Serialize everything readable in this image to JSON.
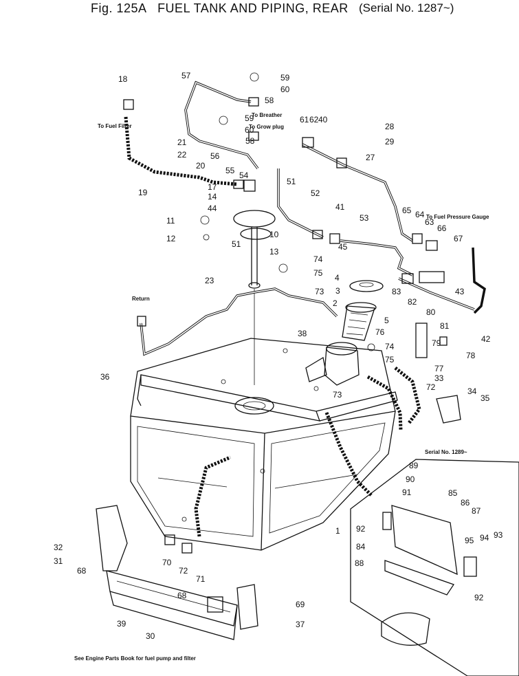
{
  "header": {
    "figure_number": "Fig. 125A",
    "title": "FUEL TANK AND PIPING, REAR",
    "serial_range": "(Serial No. 1287~)"
  },
  "notes": {
    "to_breather": "To Breather",
    "to_grow_plug": "To Grow plug",
    "to_fuel_filter": "To Fuel Filter",
    "to_fuel_pressure_gauge": "To Fuel Pressure Gauge",
    "return": "Return",
    "serial_1289": "Serial No. 1289~",
    "engine_parts_book": "See Engine Parts Book for fuel pump and filter"
  },
  "callouts": [
    {
      "label": "59"
    },
    {
      "label": "60"
    },
    {
      "label": "58"
    },
    {
      "label": "57"
    },
    {
      "label": "18"
    },
    {
      "label": "59"
    },
    {
      "label": "60"
    },
    {
      "label": "58"
    },
    {
      "label": "61"
    },
    {
      "label": "62"
    },
    {
      "label": "40"
    },
    {
      "label": "28"
    },
    {
      "label": "29"
    },
    {
      "label": "27"
    },
    {
      "label": "21"
    },
    {
      "label": "22"
    },
    {
      "label": "20"
    },
    {
      "label": "56"
    },
    {
      "label": "55"
    },
    {
      "label": "54"
    },
    {
      "label": "19"
    },
    {
      "label": "17"
    },
    {
      "label": "14"
    },
    {
      "label": "44"
    },
    {
      "label": "51"
    },
    {
      "label": "52"
    },
    {
      "label": "41"
    },
    {
      "label": "53"
    },
    {
      "label": "65"
    },
    {
      "label": "64"
    },
    {
      "label": "63"
    },
    {
      "label": "66"
    },
    {
      "label": "67"
    },
    {
      "label": "11"
    },
    {
      "label": "12"
    },
    {
      "label": "10"
    },
    {
      "label": "13"
    },
    {
      "label": "74"
    },
    {
      "label": "75"
    },
    {
      "label": "73"
    },
    {
      "label": "51"
    },
    {
      "label": "23"
    },
    {
      "label": "45"
    },
    {
      "label": "4"
    },
    {
      "label": "3"
    },
    {
      "label": "2"
    },
    {
      "label": "83"
    },
    {
      "label": "82"
    },
    {
      "label": "43"
    },
    {
      "label": "5"
    },
    {
      "label": "80"
    },
    {
      "label": "81"
    },
    {
      "label": "76"
    },
    {
      "label": "38"
    },
    {
      "label": "79"
    },
    {
      "label": "78"
    },
    {
      "label": "42"
    },
    {
      "label": "74"
    },
    {
      "label": "75"
    },
    {
      "label": "77"
    },
    {
      "label": "36"
    },
    {
      "label": "33"
    },
    {
      "label": "72"
    },
    {
      "label": "73"
    },
    {
      "label": "34"
    },
    {
      "label": "35"
    },
    {
      "label": "89"
    },
    {
      "label": "90"
    },
    {
      "label": "91"
    },
    {
      "label": "85"
    },
    {
      "label": "86"
    },
    {
      "label": "87"
    },
    {
      "label": "92"
    },
    {
      "label": "84"
    },
    {
      "label": "95"
    },
    {
      "label": "94"
    },
    {
      "label": "93"
    },
    {
      "label": "88"
    },
    {
      "label": "92"
    },
    {
      "label": "1"
    },
    {
      "label": "32"
    },
    {
      "label": "31"
    },
    {
      "label": "68"
    },
    {
      "label": "70"
    },
    {
      "label": "72"
    },
    {
      "label": "71"
    },
    {
      "label": "68"
    },
    {
      "label": "69"
    },
    {
      "label": "37"
    },
    {
      "label": "39"
    },
    {
      "label": "30"
    }
  ]
}
